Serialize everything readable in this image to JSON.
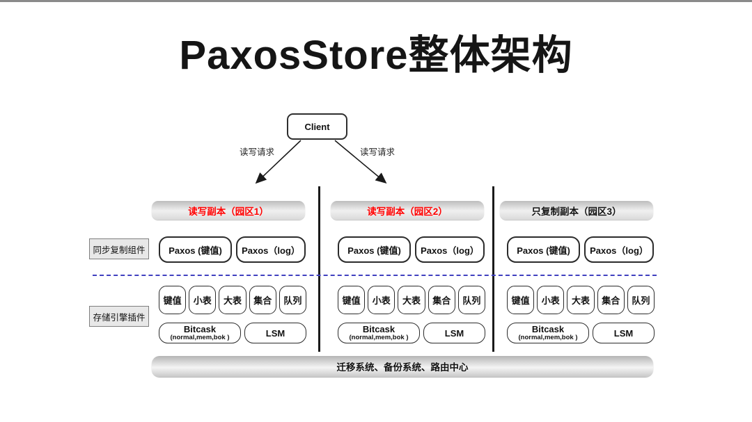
{
  "page": {
    "title": "PaxosStore整体架构"
  },
  "client": {
    "label": "Client"
  },
  "requests": {
    "left_label": "读写请求",
    "right_label": "读写请求"
  },
  "side_labels": {
    "sync": "同步复制组件",
    "storage": "存储引擎插件"
  },
  "columns": [
    {
      "header": "读写副本（园区1）",
      "header_color": "#ff0000",
      "paxos_kv": "Paxos (键值)",
      "paxos_log": "Paxos（log）",
      "engines": [
        "键值",
        "小表",
        "大表",
        "集合",
        "队列"
      ],
      "bitcask_title": "Bitcask",
      "bitcask_sub": "(normal,mem,bok )",
      "lsm": "LSM"
    },
    {
      "header": "读写副本（园区2）",
      "header_color": "#ff0000",
      "paxos_kv": "Paxos (键值)",
      "paxos_log": "Paxos（log）",
      "engines": [
        "键值",
        "小表",
        "大表",
        "集合",
        "队列"
      ],
      "bitcask_title": "Bitcask",
      "bitcask_sub": "(normal,mem,bok )",
      "lsm": "LSM"
    },
    {
      "header": "只复制副本（园区3）",
      "header_color": "#111111",
      "paxos_kv": "Paxos (键值)",
      "paxos_log": "Paxos（log）",
      "engines": [
        "键值",
        "小表",
        "大表",
        "集合",
        "队列"
      ],
      "bitcask_title": "Bitcask",
      "bitcask_sub": "(normal,mem,bok )",
      "lsm": "LSM"
    }
  ],
  "bottom_bar": {
    "label": "迁移系统、备份系统、路由中心"
  },
  "colors": {
    "accent_red": "#ff0000",
    "dashed_divider": "#4040c0",
    "separator": "#1a1a1a",
    "header_bar_gradient_top": "#bdbdbd",
    "header_bar_gradient_bottom": "#dadada"
  }
}
